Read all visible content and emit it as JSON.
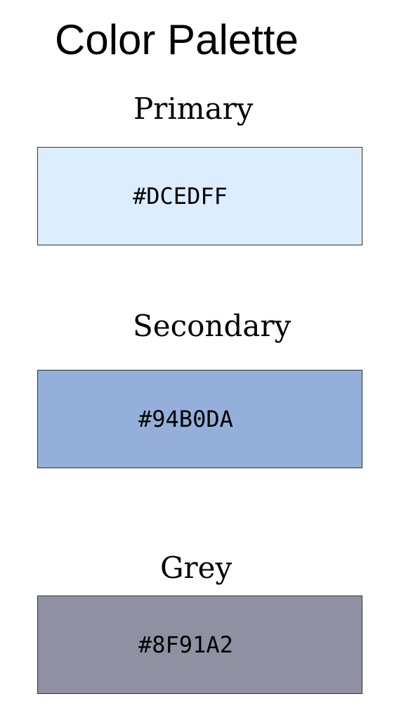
{
  "page": {
    "title": "Color Palette"
  },
  "palette": {
    "primary": {
      "label": "Primary",
      "hex": "#DCEDFF",
      "color": "#DCEDFF"
    },
    "secondary": {
      "label": "Secondary",
      "hex": "#94B0DA",
      "color": "#94B0DA"
    },
    "grey": {
      "label": "Grey",
      "hex": "#8F91A2",
      "color": "#8F91A2"
    }
  }
}
